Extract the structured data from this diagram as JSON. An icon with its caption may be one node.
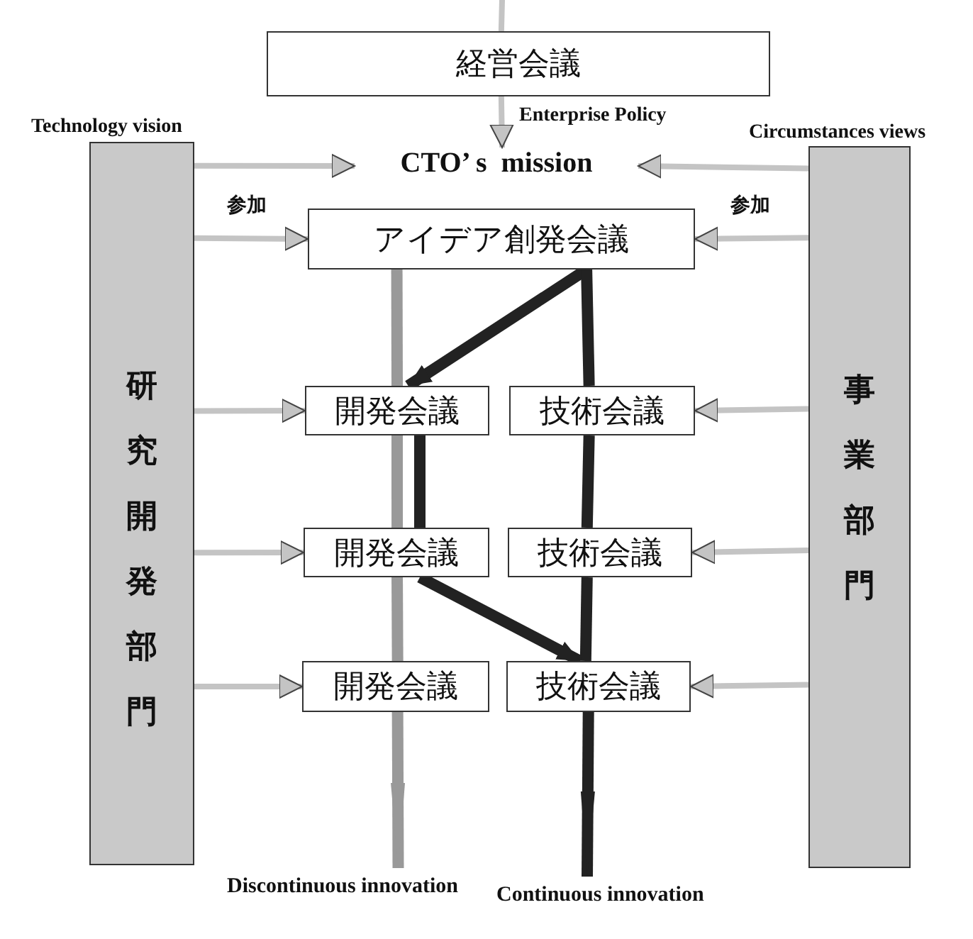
{
  "diagram": {
    "nodes": [
      {
        "text": [
          "経営会議"
        ]
      },
      {
        "text": [
          "CTO’ s  mission"
        ]
      },
      {
        "text": [
          "研究開発部門"
        ]
      },
      {
        "text": [
          "事業部門"
        ]
      },
      {
        "text": [
          "アイデア創発会議"
        ]
      },
      {
        "text": [
          "開発会議"
        ]
      },
      {
        "text": [
          "技術会議"
        ]
      },
      {
        "text": [
          "開発会議"
        ]
      },
      {
        "text": [
          "技術会議"
        ]
      },
      {
        "text": [
          "開発会議"
        ]
      },
      {
        "text": [
          "技術会議"
        ]
      },
      {
        "text": [
          "Discontinuous innovation"
        ]
      },
      {
        "text": [
          "Continuous innovation"
        ]
      }
    ],
    "edges": [
      {
        "from": null,
        "to": 0,
        "arrow": "none"
      },
      {
        "from": 0,
        "to": 1,
        "arrow": "to",
        "label": "Enterprise Policy"
      },
      {
        "from": 2,
        "to": 1,
        "arrow": "to",
        "label": "Technology vision"
      },
      {
        "from": 3,
        "to": 1,
        "arrow": "to",
        "label": "Circumstances views"
      },
      {
        "from": 2,
        "to": 4,
        "arrow": "to",
        "label": "参加"
      },
      {
        "from": 3,
        "to": 4,
        "arrow": "to",
        "label": "参加"
      },
      {
        "from": 2,
        "to": 5,
        "arrow": "to"
      },
      {
        "from": 2,
        "to": 7,
        "arrow": "to"
      },
      {
        "from": 2,
        "to": 9,
        "arrow": "to"
      },
      {
        "from": 3,
        "to": 6,
        "arrow": "to"
      },
      {
        "from": 3,
        "to": 8,
        "arrow": "to"
      },
      {
        "from": 3,
        "to": 10,
        "arrow": "to"
      },
      {
        "from": 4,
        "to": 5,
        "arrow": "to",
        "style": "thick",
        "color": "#222222"
      },
      {
        "from": 4,
        "to": 5,
        "arrow": "none",
        "style": "thick",
        "color": "#999999"
      },
      {
        "from": 5,
        "to": 7,
        "arrow": "none",
        "style": "thick",
        "color": "#999999"
      },
      {
        "from": 7,
        "to": 9,
        "arrow": "none",
        "style": "thick",
        "color": "#999999"
      },
      {
        "from": 9,
        "to": 11,
        "arrow": "to",
        "style": "thick",
        "color": "#999999"
      },
      {
        "from": 4,
        "to": 6,
        "arrow": "none",
        "style": "thick",
        "color": "#222222"
      },
      {
        "from": 6,
        "to": 8,
        "arrow": "none",
        "style": "thick",
        "color": "#222222"
      },
      {
        "from": 8,
        "to": 10,
        "arrow": "none",
        "style": "thick",
        "color": "#222222"
      },
      {
        "from": 10,
        "to": 12,
        "arrow": "to",
        "style": "thick",
        "color": "#222222"
      },
      {
        "from": 5,
        "to": 7,
        "arrow": "none",
        "style": "thick",
        "color": "#222222"
      },
      {
        "from": 7,
        "to": 10,
        "arrow": "to",
        "style": "thick",
        "color": "#222222"
      }
    ]
  }
}
